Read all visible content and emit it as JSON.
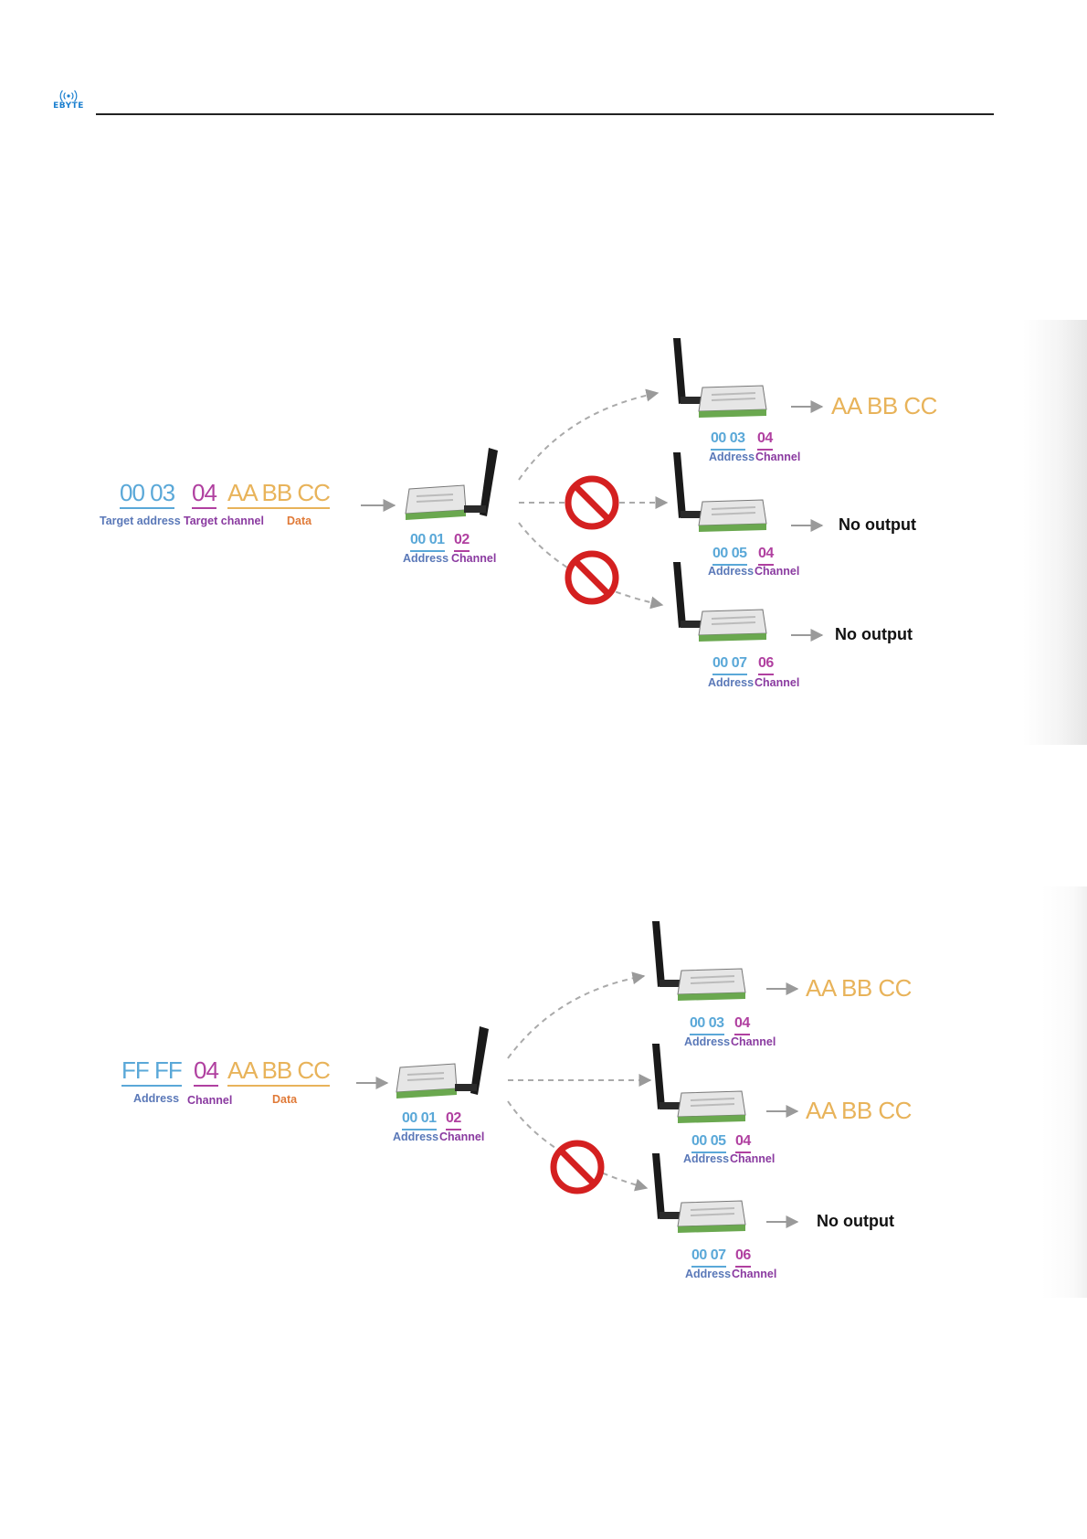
{
  "header": {
    "logo_text": "EBYTE"
  },
  "colors": {
    "address": "#5aa8d8",
    "channel": "#b040a0",
    "data": "#e8b35a",
    "block": "#d42020",
    "header_rule": "#222222"
  },
  "icons": {
    "logo": "antenna-wave-icon",
    "device": "wireless-module-icon",
    "blocked": "no-entry-icon",
    "arrow": "arrow-right-icon"
  },
  "diagram1": {
    "packet": {
      "addr": "00 03",
      "chan": "04",
      "data": "AA BB CC",
      "label_addr": "Target address",
      "label_chan": "Target channel",
      "label_data": "Data"
    },
    "sender": {
      "addr": "00 01",
      "chan": "02",
      "label_addr": "Address",
      "label_chan": "Channel"
    },
    "receivers": [
      {
        "addr": "00 03",
        "chan": "04",
        "label_addr": "Address",
        "label_chan": "Channel",
        "output": "AA BB CC",
        "received": true
      },
      {
        "addr": "00 05",
        "chan": "04",
        "label_addr": "Address",
        "label_chan": "Channel",
        "output": "No output",
        "received": false
      },
      {
        "addr": "00 07",
        "chan": "06",
        "label_addr": "Address",
        "label_chan": "Channel",
        "output": "No output",
        "received": false
      }
    ]
  },
  "diagram2": {
    "packet": {
      "addr": "FF FF",
      "chan": "04",
      "data": "AA BB CC",
      "label_addr": "Address",
      "label_chan": "Channel",
      "label_data": "Data"
    },
    "sender": {
      "addr": "00 01",
      "chan": "02",
      "label_addr": "Address",
      "label_chan": "Channel"
    },
    "receivers": [
      {
        "addr": "00 03",
        "chan": "04",
        "label_addr": "Address",
        "label_chan": "Channel",
        "output": "AA BB CC",
        "received": true
      },
      {
        "addr": "00 05",
        "chan": "04",
        "label_addr": "Address",
        "label_chan": "Channel",
        "output": "AA BB CC",
        "received": true
      },
      {
        "addr": "00 07",
        "chan": "06",
        "label_addr": "Address",
        "label_chan": "Channel",
        "output": "No output",
        "received": false
      }
    ]
  }
}
